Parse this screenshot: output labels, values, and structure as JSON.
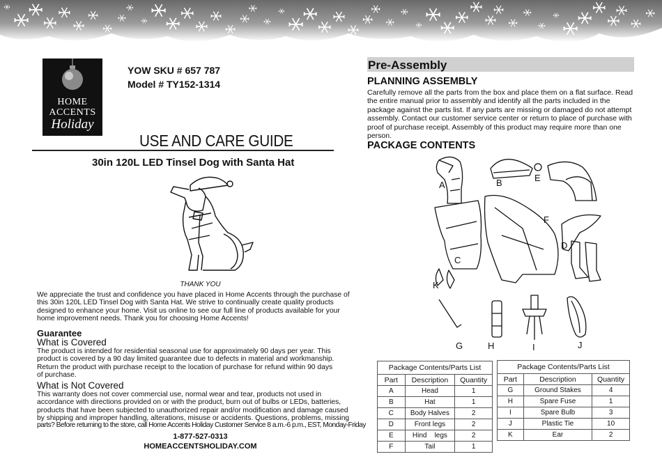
{
  "brand": {
    "line1": "HOME",
    "line2": "ACCENTS",
    "line3": "Holiday"
  },
  "sku": "YOW SKU # 657 787",
  "model": "Model # TY152-1314",
  "guide_title": "USE AND CARE GUIDE",
  "product_title": "30in 120L LED Tinsel Dog with Santa Hat",
  "thank_you": "THANK YOU",
  "intro": "We appreciate the trust and confidence you have placed in Home Accents through the purchase of this 30in 120L LED Tinsel Dog with Santa Hat. We strive to continually create quality products designed to enhance your home. Visit us online to see our full line of products available for your home improvement needs. Thank you for choosing Home Accents!",
  "guarantee": {
    "heading": "Guarantee",
    "covered_heading": "What is Covered",
    "covered_text": "The product is intended for residential seasonal use for approximately 90 days per year. This product is covered by a 90 day limited guarantee due to defects in material and workmanship. Return the product with purchase receipt to the location of purchase for refund within 90 days of purchase.",
    "not_covered_heading": "What is Not Covered",
    "not_covered_text": "This warranty does not cover commercial use, normal wear and tear, products not used in accordance with directions provided on or with the product, burn out of bulbs or LEDs, batteries, products that have been subjected to unauthorized repair and/or modification and damage caused by shipping and improper handling, alterations, misuse or accidents. Questions, problems, missing",
    "not_covered_tail": "parts? Before returning to the store, call Home Accents Holiday Customer Service 8 a.m.-6 p.m., EST, Monday-Friday"
  },
  "phone": "1-877-527-0313",
  "website": "HOMEACCENTSHOLIDAY.COM",
  "pre_assembly": "Pre-Assembly",
  "planning": {
    "heading": "PLANNING ASSEMBLY",
    "text": "Carefully remove all the parts from the box and place them on a flat surface. Read the entire manual prior to assembly and identify all the parts included in the package against the parts list. If any parts are missing or damaged do not attempt assembly. Contact our customer service center or return to place of purchase with proof of purchase receipt. Assembly of this product may require more than one person."
  },
  "package_heading": "PACKAGE CONTENTS",
  "part_letters": {
    "A": "A",
    "B": "B",
    "C": "C",
    "D": "D",
    "E": "E",
    "F": "F",
    "G": "G",
    "H": "H",
    "I": "I",
    "J": "J",
    "K": "K"
  },
  "tables": {
    "caption": "Package Contents/Parts List",
    "headers": {
      "part": "Part",
      "description": "Description",
      "quantity": "Quantity"
    },
    "left": [
      {
        "part": "A",
        "description": "Head",
        "quantity": "1"
      },
      {
        "part": "B",
        "description": "Hat",
        "quantity": "1"
      },
      {
        "part": "C",
        "description": "Body Halves",
        "quantity": "2"
      },
      {
        "part": "D",
        "description": "Front legs",
        "quantity": "2"
      },
      {
        "part": "E",
        "description": "Hind    legs",
        "quantity": "2"
      },
      {
        "part": "F",
        "description": "Tail",
        "quantity": "1"
      }
    ],
    "right": [
      {
        "part": "G",
        "description": "Ground Stakes",
        "quantity": "4"
      },
      {
        "part": "H",
        "description": "Spare Fuse",
        "quantity": "1"
      },
      {
        "part": "I",
        "description": "Spare Bulb",
        "quantity": "3"
      },
      {
        "part": "J",
        "description": "Plastic Tie",
        "quantity": "10"
      },
      {
        "part": "K",
        "description": "Ear",
        "quantity": "2"
      }
    ]
  }
}
